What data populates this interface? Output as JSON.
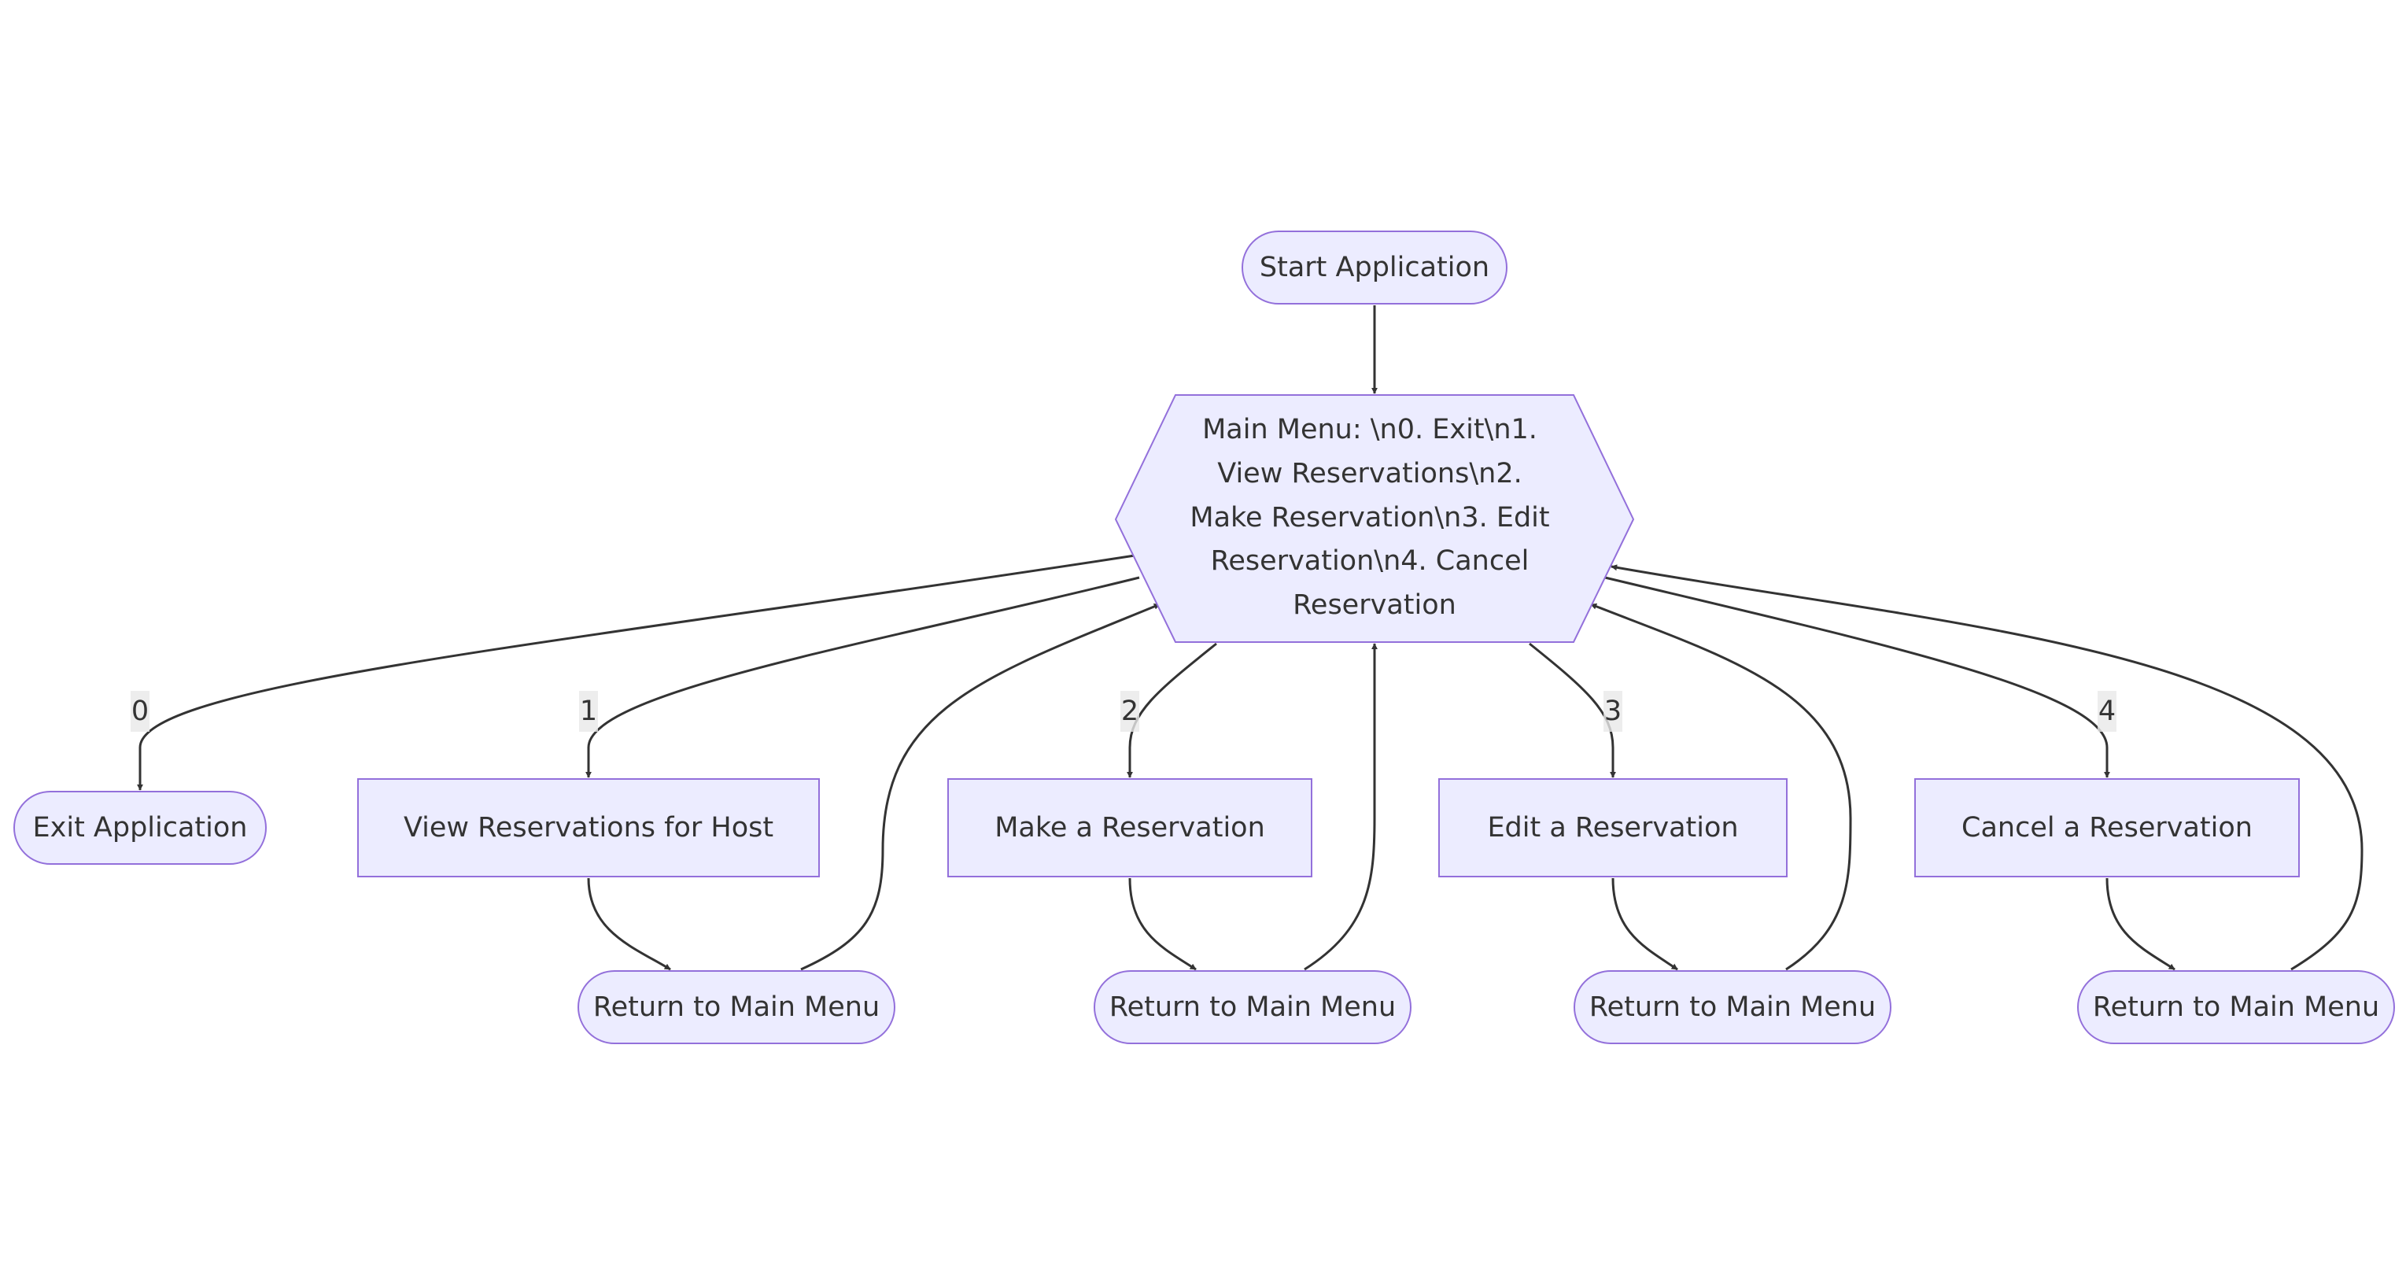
{
  "colors": {
    "node_fill": "#ECECFF",
    "node_stroke": "#9370DB",
    "edge": "#333333",
    "text": "#333333",
    "label_bg": "#e8e8e8"
  },
  "nodes": {
    "start": "Start Application",
    "menu_lines": [
      "Main Menu: \\n0. Exit\\n1.",
      "View Reservations\\n2.",
      "Make Reservation\\n3. Edit",
      "Reservation\\n4. Cancel",
      "Reservation"
    ],
    "exit": "Exit Application",
    "view": "View Reservations for Host",
    "make": "Make a Reservation",
    "edit": "Edit a Reservation",
    "cancel": "Cancel a Reservation",
    "return_view": "Return to Main Menu",
    "return_make": "Return to Main Menu",
    "return_edit": "Return to Main Menu",
    "return_cancel": "Return to Main Menu"
  },
  "edge_labels": {
    "exit": "0",
    "view": "1",
    "make": "2",
    "edit": "3",
    "cancel": "4"
  }
}
